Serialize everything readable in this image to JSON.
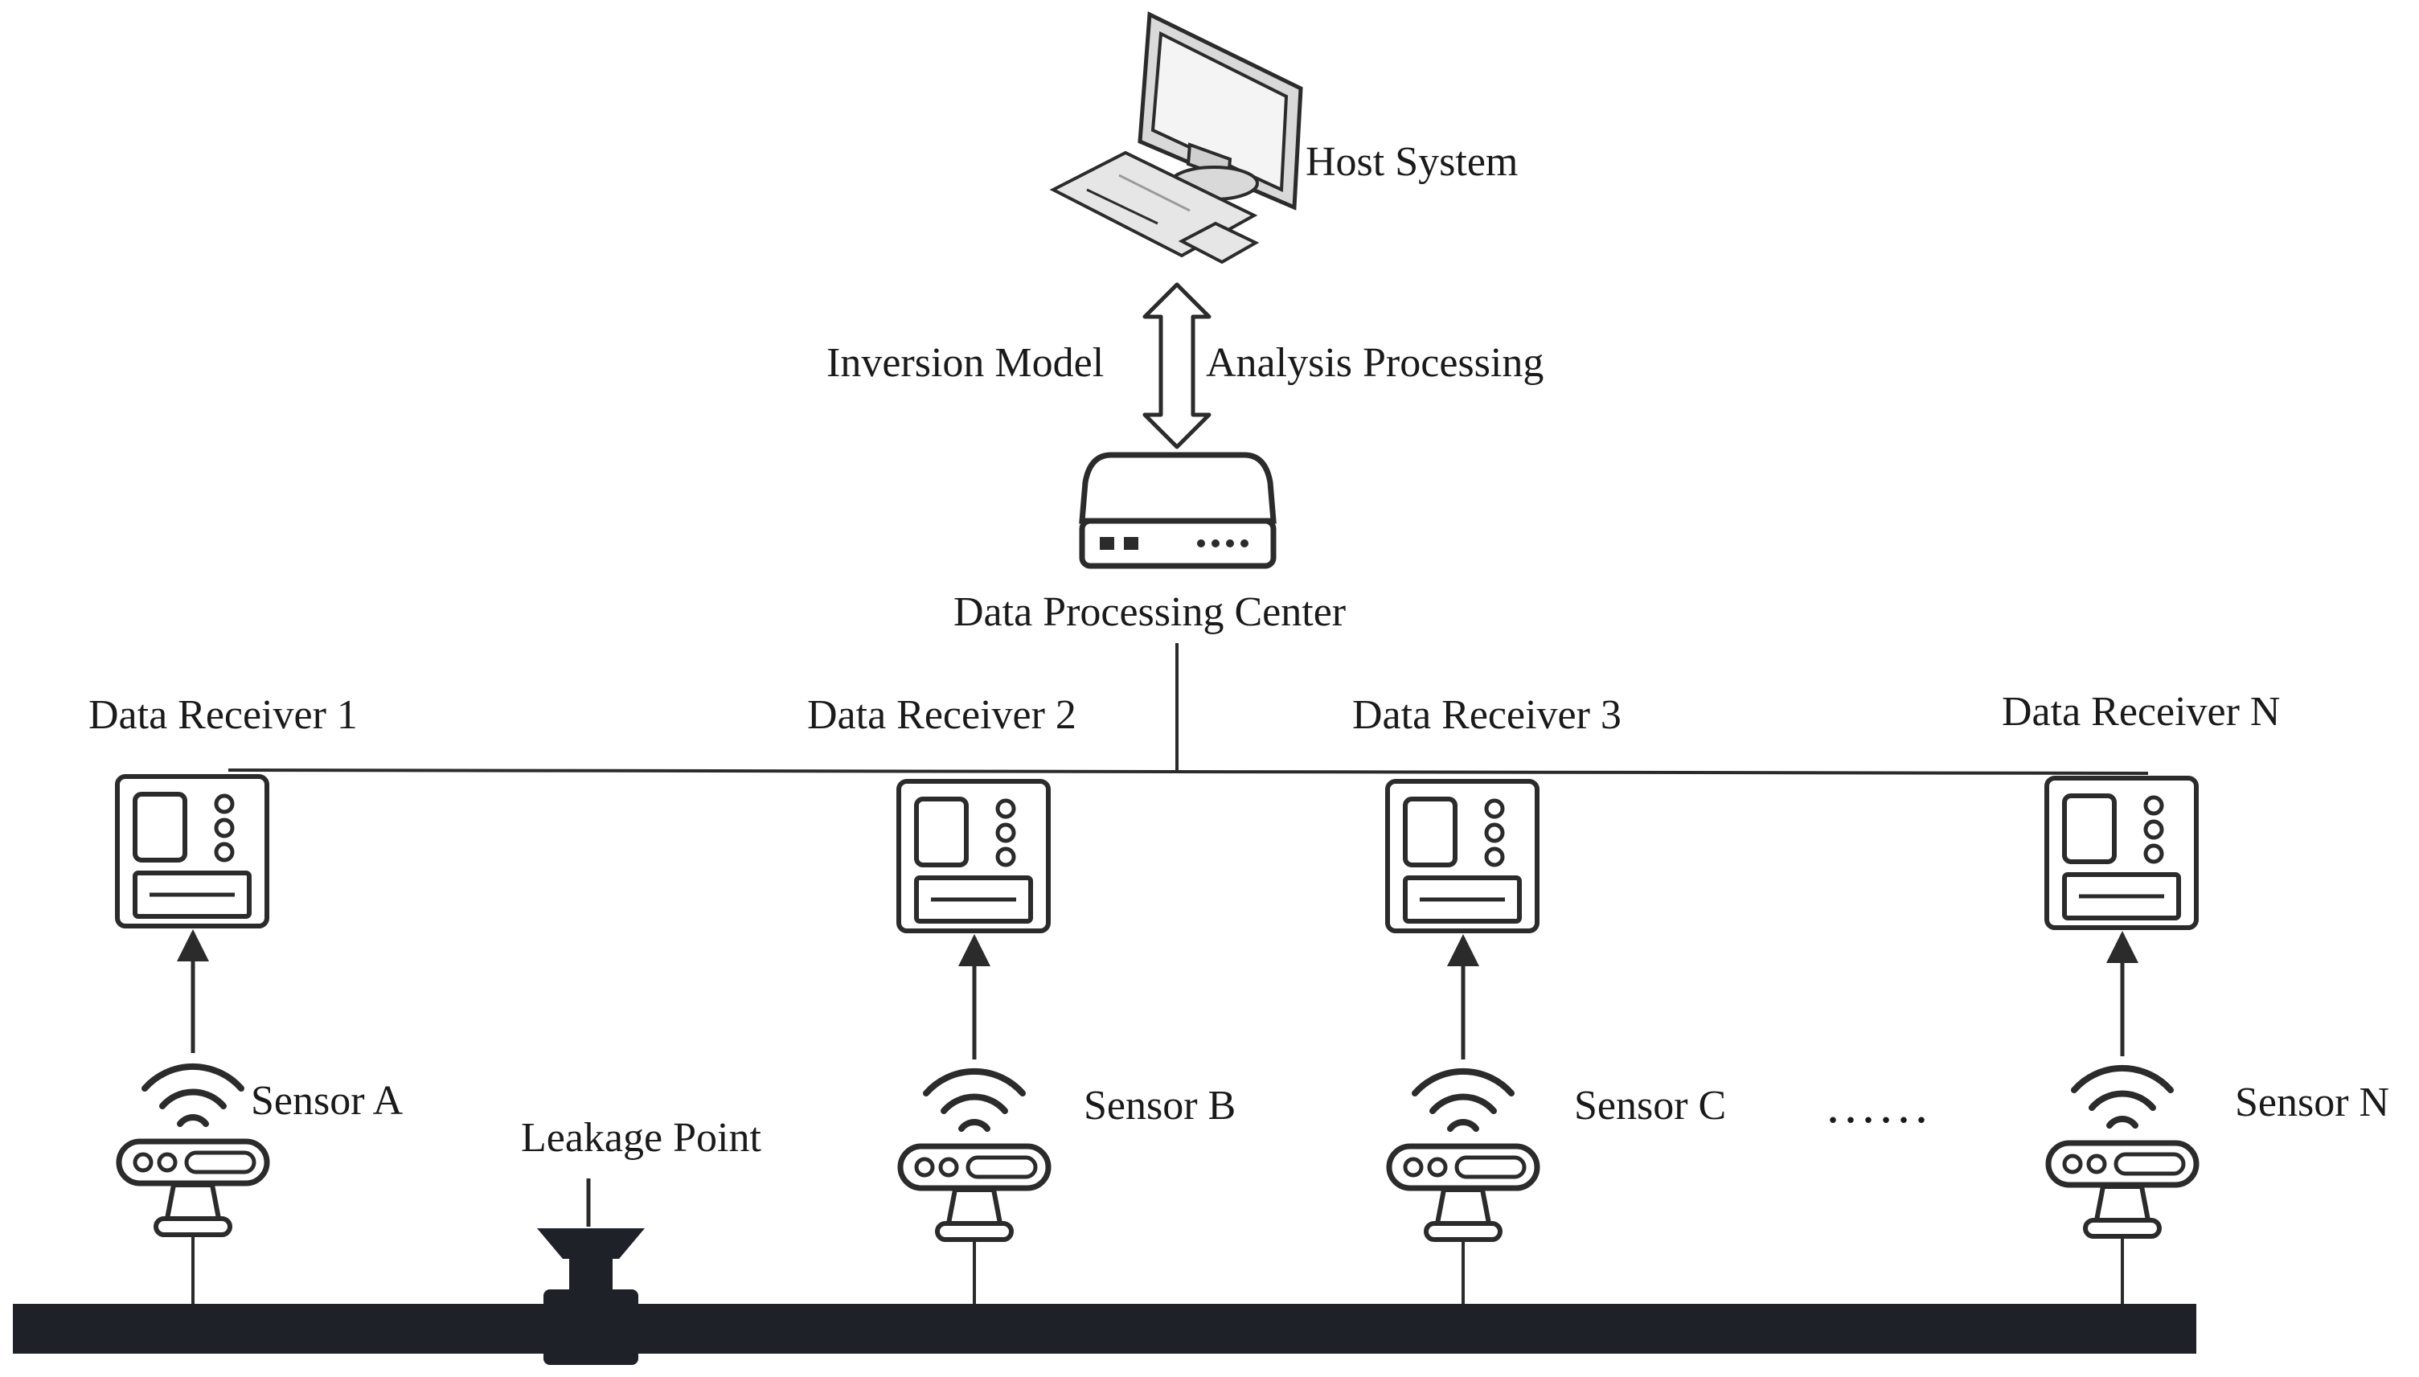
{
  "labels": {
    "host_system": "Host System",
    "inversion_model": "Inversion Model",
    "analysis_processing": "Analysis Processing",
    "data_processing_center": "Data Processing Center",
    "leakage_point": "Leakage Point",
    "ellipsis": "......"
  },
  "receivers": [
    {
      "label": "Data Receiver 1"
    },
    {
      "label": "Data Receiver 2"
    },
    {
      "label": "Data Receiver 3"
    },
    {
      "label": "Data Receiver N"
    }
  ],
  "sensors": [
    {
      "label": "Sensor A"
    },
    {
      "label": "Sensor B"
    },
    {
      "label": "Sensor C"
    },
    {
      "label": "Sensor N"
    }
  ],
  "colors": {
    "stroke": "#2b2b2b",
    "pipe": "#1e2228",
    "computer_fill": "#e6e6e6"
  }
}
